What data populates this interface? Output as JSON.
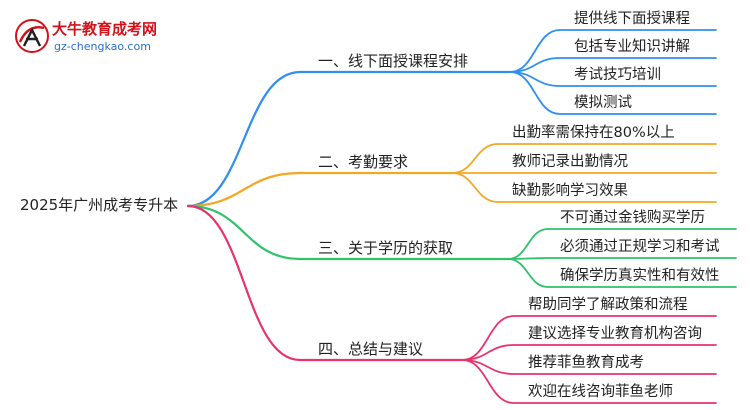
{
  "logo": {
    "title": "大牛教育成考网",
    "url": "gz-chengkao.com"
  },
  "mindmap": {
    "root": "2025年广州成考专升本",
    "branches": [
      {
        "label": "一、线下面授课程安排",
        "color": "#2f8ff0",
        "children": [
          "提供线下面授课程",
          "包括专业知识讲解",
          "考试技巧培训",
          "模拟测试"
        ]
      },
      {
        "label": "二、考勤要求",
        "color": "#f5a623",
        "children": [
          "出勤率需保持在80%以上",
          "教师记录出勤情况",
          "缺勤影响学习效果"
        ]
      },
      {
        "label": "三、关于学历的获取",
        "color": "#2fc36b",
        "children": [
          "不可通过金钱购买学历",
          "必须通过正规学习和考试",
          "确保学历真实性和有效性"
        ]
      },
      {
        "label": "四、总结与建议",
        "color": "#e8336e",
        "children": [
          "帮助同学了解政策和流程",
          "建议选择专业教育机构咨询",
          "推荐菲鱼教育成考",
          "欢迎在线咨询菲鱼老师"
        ]
      }
    ]
  }
}
